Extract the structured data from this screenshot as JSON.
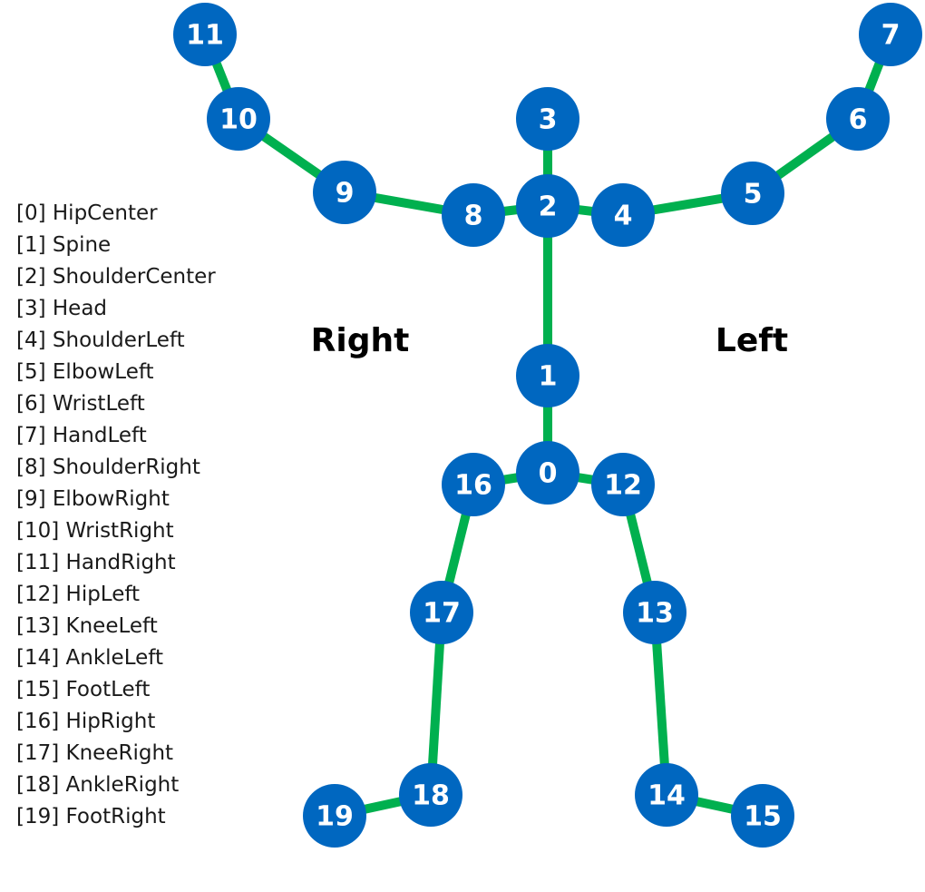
{
  "colors": {
    "joint": "#0067c0",
    "bone": "#00b04f",
    "joint_text": "#ffffff",
    "legend_text": "#1a1a1a"
  },
  "side_labels": {
    "right": "Right",
    "left": "Left"
  },
  "legend": [
    "[0] HipCenter",
    "[1] Spine",
    "[2] ShoulderCenter",
    "[3] Head",
    "[4] ShoulderLeft",
    "[5] ElbowLeft",
    "[6] WristLeft",
    "[7] HandLeft",
    "[8] ShoulderRight",
    "[9] ElbowRight",
    "[10] WristRight",
    "[11] HandRight",
    "[12] HipLeft",
    "[13] KneeLeft",
    "[14] AnkleLeft",
    "[15] FootLeft",
    "[16] HipRight",
    "[17] KneeRight",
    "[18] AnkleRight",
    "[19] FootRight"
  ],
  "joints": [
    "0",
    "1",
    "2",
    "3",
    "4",
    "5",
    "6",
    "7",
    "8",
    "9",
    "10",
    "11",
    "12",
    "13",
    "14",
    "15",
    "16",
    "17",
    "18",
    "19"
  ],
  "bones": [
    [
      0,
      1
    ],
    [
      1,
      2
    ],
    [
      2,
      3
    ],
    [
      2,
      4
    ],
    [
      4,
      5
    ],
    [
      5,
      6
    ],
    [
      6,
      7
    ],
    [
      2,
      8
    ],
    [
      8,
      9
    ],
    [
      9,
      10
    ],
    [
      10,
      11
    ],
    [
      0,
      12
    ],
    [
      12,
      13
    ],
    [
      13,
      14
    ],
    [
      14,
      15
    ],
    [
      0,
      16
    ],
    [
      16,
      17
    ],
    [
      17,
      18
    ],
    [
      18,
      19
    ]
  ]
}
